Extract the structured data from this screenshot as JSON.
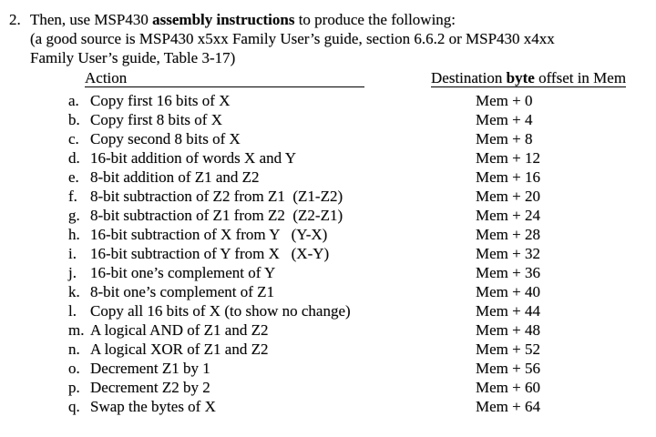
{
  "colors": {
    "text": "#000000",
    "background": "#ffffff"
  },
  "doc": {
    "item_number": "2.",
    "intro": {
      "line1_prefix": "Then, use MSP430 ",
      "line1_bold": "assembly instructions",
      "line1_suffix": " to produce the following:",
      "line2": "(a good source is MSP430 x5xx Family User’s guide, section 6.6.2 or MSP430 x4xx",
      "line3": "Family User’s guide, Table 3-17)"
    },
    "table": {
      "header": {
        "action_label": "Action",
        "dest_prefix": "Destination ",
        "dest_bold": "byte",
        "dest_suffix": " offset in Mem"
      },
      "rows": [
        {
          "letter": "a.",
          "action": "Copy first 16 bits of X",
          "offset": "Mem + 0"
        },
        {
          "letter": "b.",
          "action": "Copy first 8 bits of X",
          "offset": "Mem + 4"
        },
        {
          "letter": "c.",
          "action": "Copy second 8 bits of X",
          "offset": "Mem + 8"
        },
        {
          "letter": "d.",
          "action": "16-bit addition of words X and Y",
          "offset": "Mem + 12"
        },
        {
          "letter": "e.",
          "action": "8-bit addition of Z1 and Z2",
          "offset": "Mem + 16"
        },
        {
          "letter": "f.",
          "action": "8-bit subtraction of Z2 from Z1  (Z1-Z2)",
          "offset": "Mem + 20"
        },
        {
          "letter": "g.",
          "action": "8-bit subtraction of Z1 from Z2  (Z2-Z1)",
          "offset": "Mem + 24"
        },
        {
          "letter": "h.",
          "action": "16-bit subtraction of X from Y   (Y-X)",
          "offset": "Mem + 28"
        },
        {
          "letter": "i.",
          "action": "16-bit subtraction of Y from X   (X-Y)",
          "offset": "Mem + 32"
        },
        {
          "letter": "j.",
          "action": "16-bit one’s complement of Y",
          "offset": "Mem + 36"
        },
        {
          "letter": "k.",
          "action": "8-bit one’s complement of Z1",
          "offset": "Mem + 40"
        },
        {
          "letter": "l.",
          "action": "Copy all 16 bits of X (to show no change)",
          "offset": "Mem + 44"
        },
        {
          "letter": "m.",
          "action": "A logical AND of Z1 and Z2",
          "offset": "Mem + 48"
        },
        {
          "letter": "n.",
          "action": "A logical XOR of Z1 and Z2",
          "offset": "Mem + 52"
        },
        {
          "letter": "o.",
          "action": "Decrement Z1 by 1",
          "offset": "Mem + 56"
        },
        {
          "letter": "p.",
          "action": "Decrement Z2 by 2",
          "offset": "Mem + 60"
        },
        {
          "letter": "q.",
          "action": "Swap the bytes of X",
          "offset": "Mem + 64"
        }
      ]
    }
  }
}
